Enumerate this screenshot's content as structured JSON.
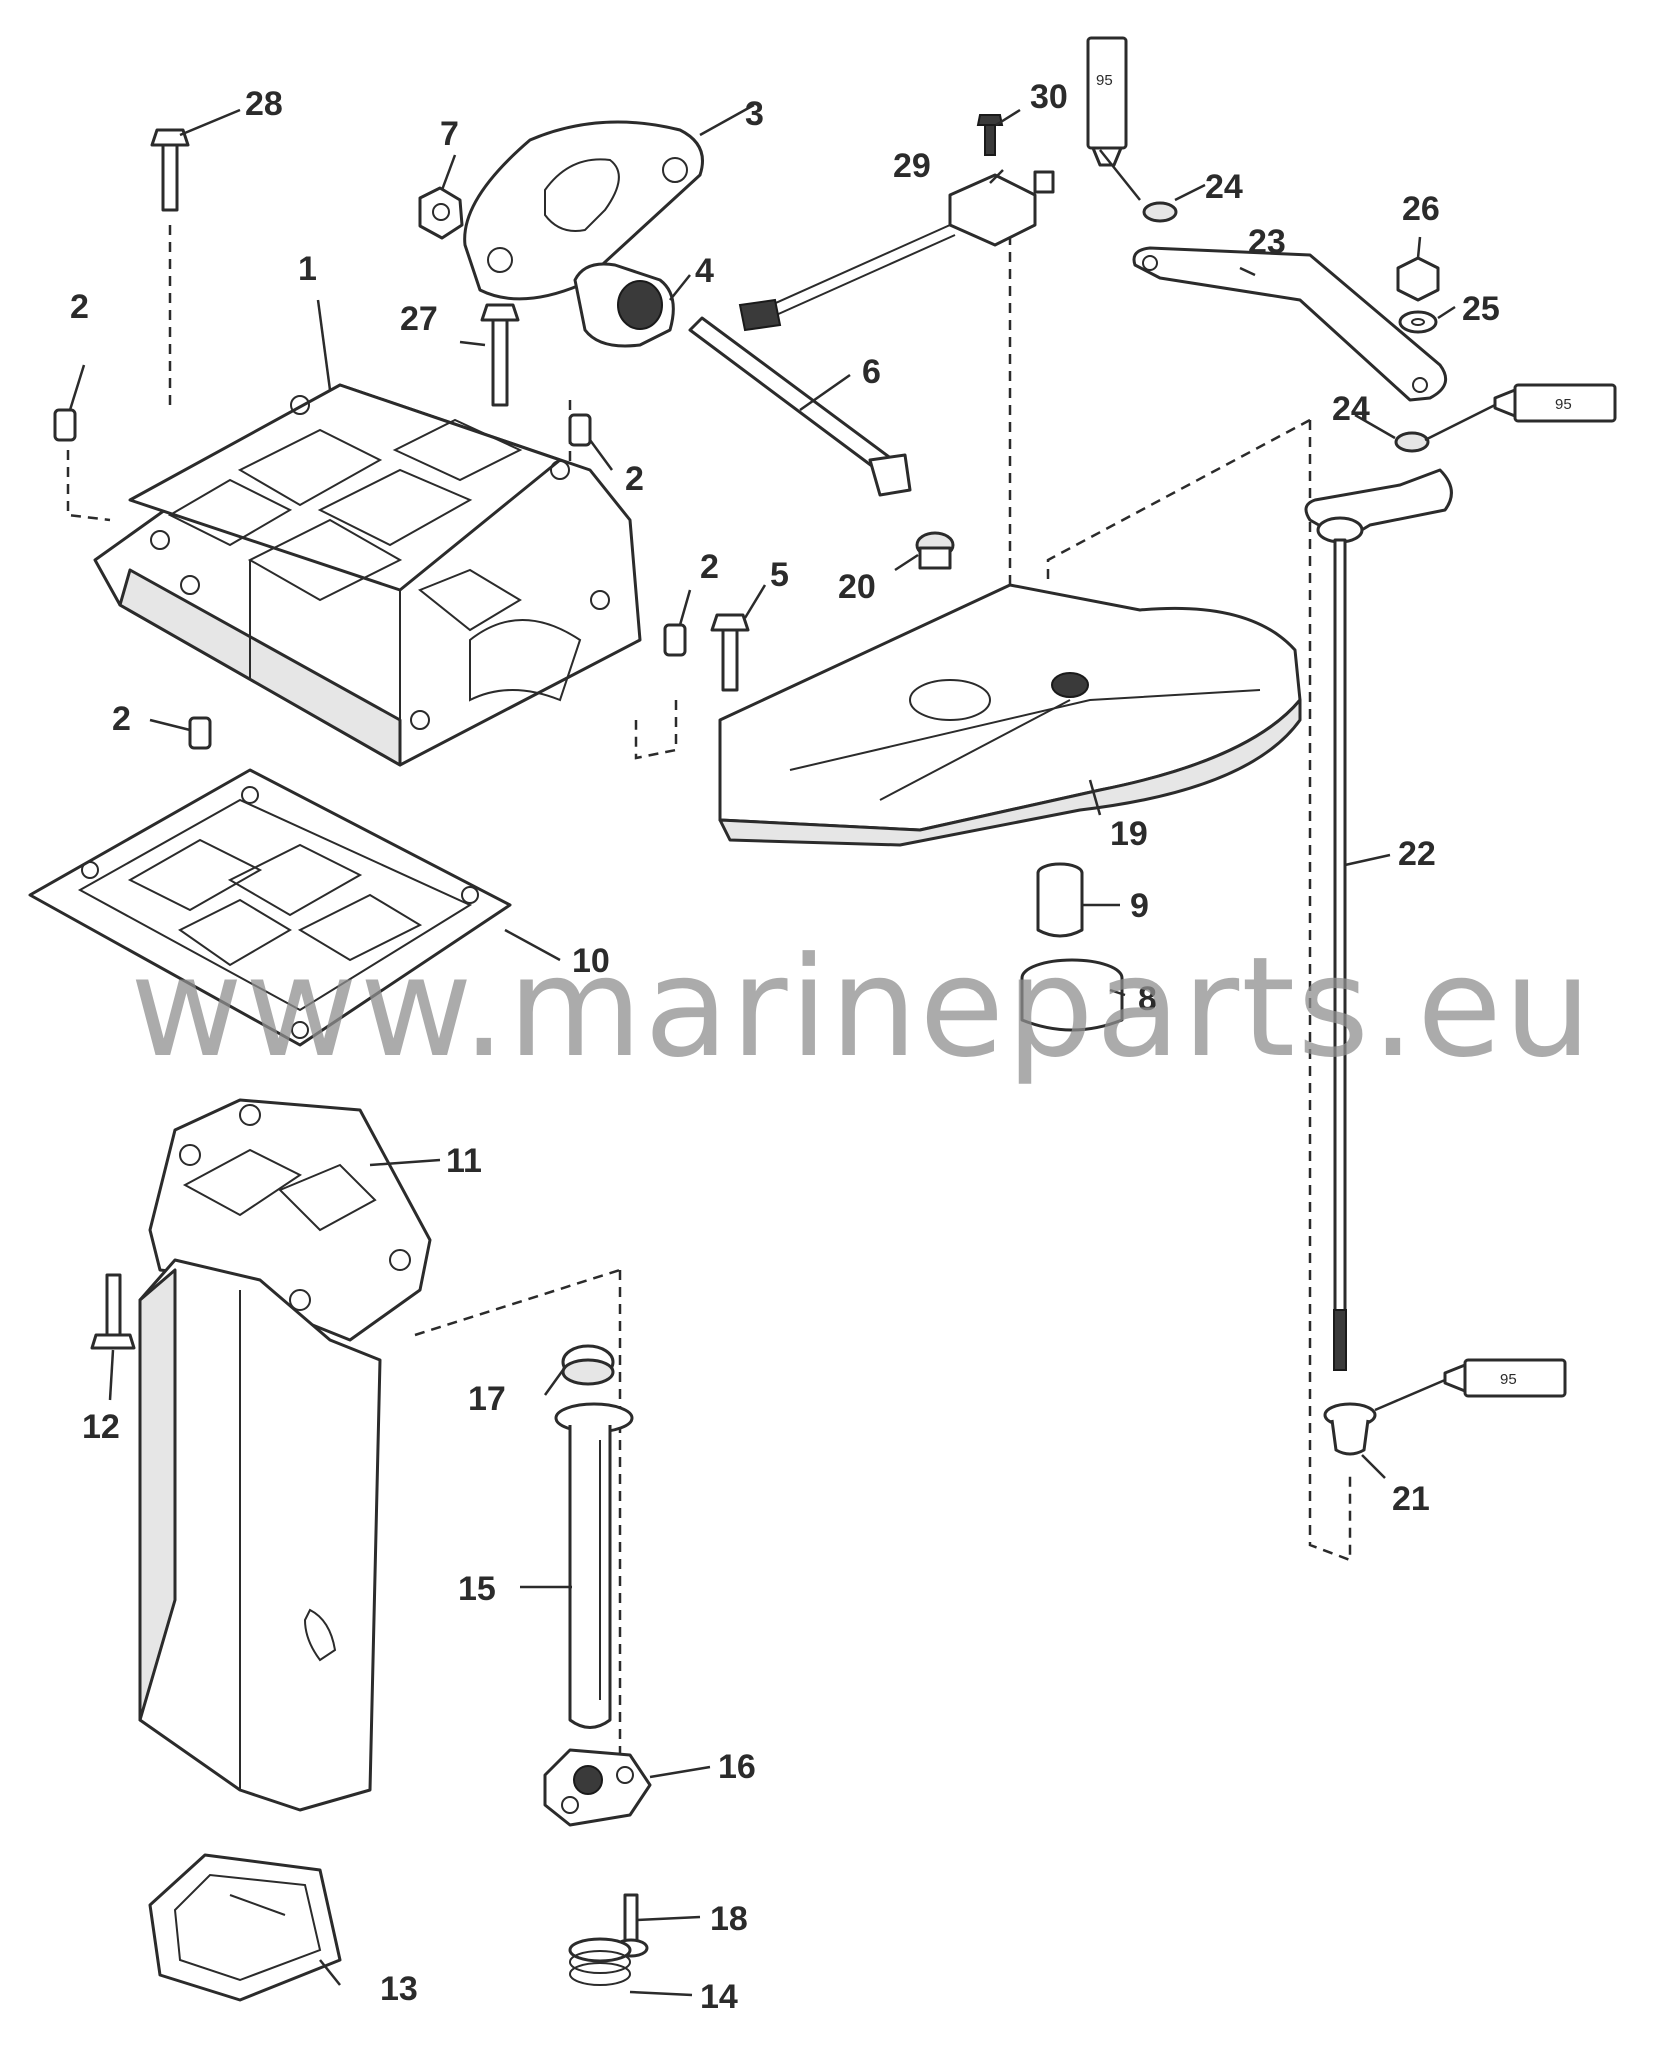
{
  "watermark": "www.marineparts.eu",
  "sealant_tube_label": "95",
  "callouts": {
    "c1": "1",
    "c2a": "2",
    "c2b": "2",
    "c2c": "2",
    "c2d": "2",
    "c3": "3",
    "c4": "4",
    "c5": "5",
    "c6": "6",
    "c7": "7",
    "c8": "8",
    "c9": "9",
    "c10": "10",
    "c11": "11",
    "c12": "12",
    "c13": "13",
    "c14": "14",
    "c15": "15",
    "c16": "16",
    "c17": "17",
    "c18": "18",
    "c19": "19",
    "c20": "20",
    "c21": "21",
    "c22": "22",
    "c23": "23",
    "c24a": "24",
    "c24b": "24",
    "c25": "25",
    "c26": "26",
    "c27": "27",
    "c28": "28",
    "c29": "29",
    "c30": "30"
  }
}
